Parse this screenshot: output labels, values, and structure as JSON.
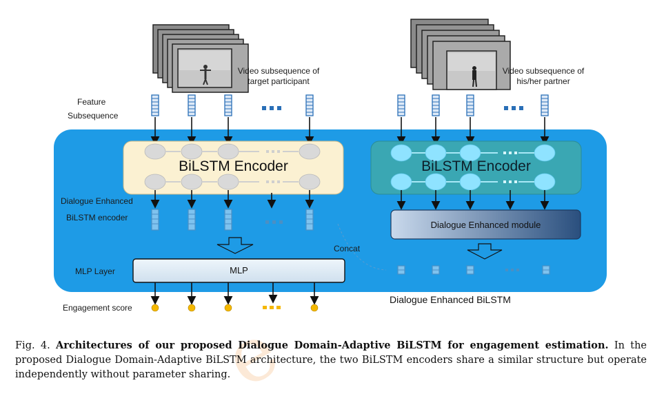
{
  "labels": {
    "video_left": "Video subsequence of\ntarget participant",
    "video_right": "Video subsequence of\nhis/her partner",
    "feature": "Feature",
    "subsequence": "Subsequence",
    "dlg_enh_line1": "Dialogue Enhanced",
    "dlg_enh_line2": "BiLSTM encoder",
    "mlp_layer": "MLP Layer",
    "engagement": "Engagement score",
    "concat": "Concat",
    "encoder_left": "BiLSTM Encoder",
    "encoder_right": "BiLSTM Encoder",
    "mlp": "MLP",
    "module": "Dialogue Enhanced module",
    "region_title": "Dialogue Enhanced BiLSTM"
  },
  "caption": {
    "prefix": "Fig. 4.",
    "bold": "Architectures of our proposed Dialogue Domain-Adaptive BiLSTM for engagement estimation.",
    "rest": "In the proposed Dialogue Domain-Adaptive BiLSTM architecture, the two BiLSTM encoders share a similar structure but operate independently without parameter sharing."
  },
  "colors": {
    "region_blue": "#1e9be6",
    "encoder_left_fill": "#fbf1d2",
    "encoder_right_fill": "#3aa7b3",
    "node_left": "#d9d9d9",
    "node_right": "#8fe3ff",
    "feature_blue": "#2a6fb7",
    "score_yellow": "#f5b800",
    "module_dark": "#2a4f7e"
  },
  "watermark_text": "e"
}
